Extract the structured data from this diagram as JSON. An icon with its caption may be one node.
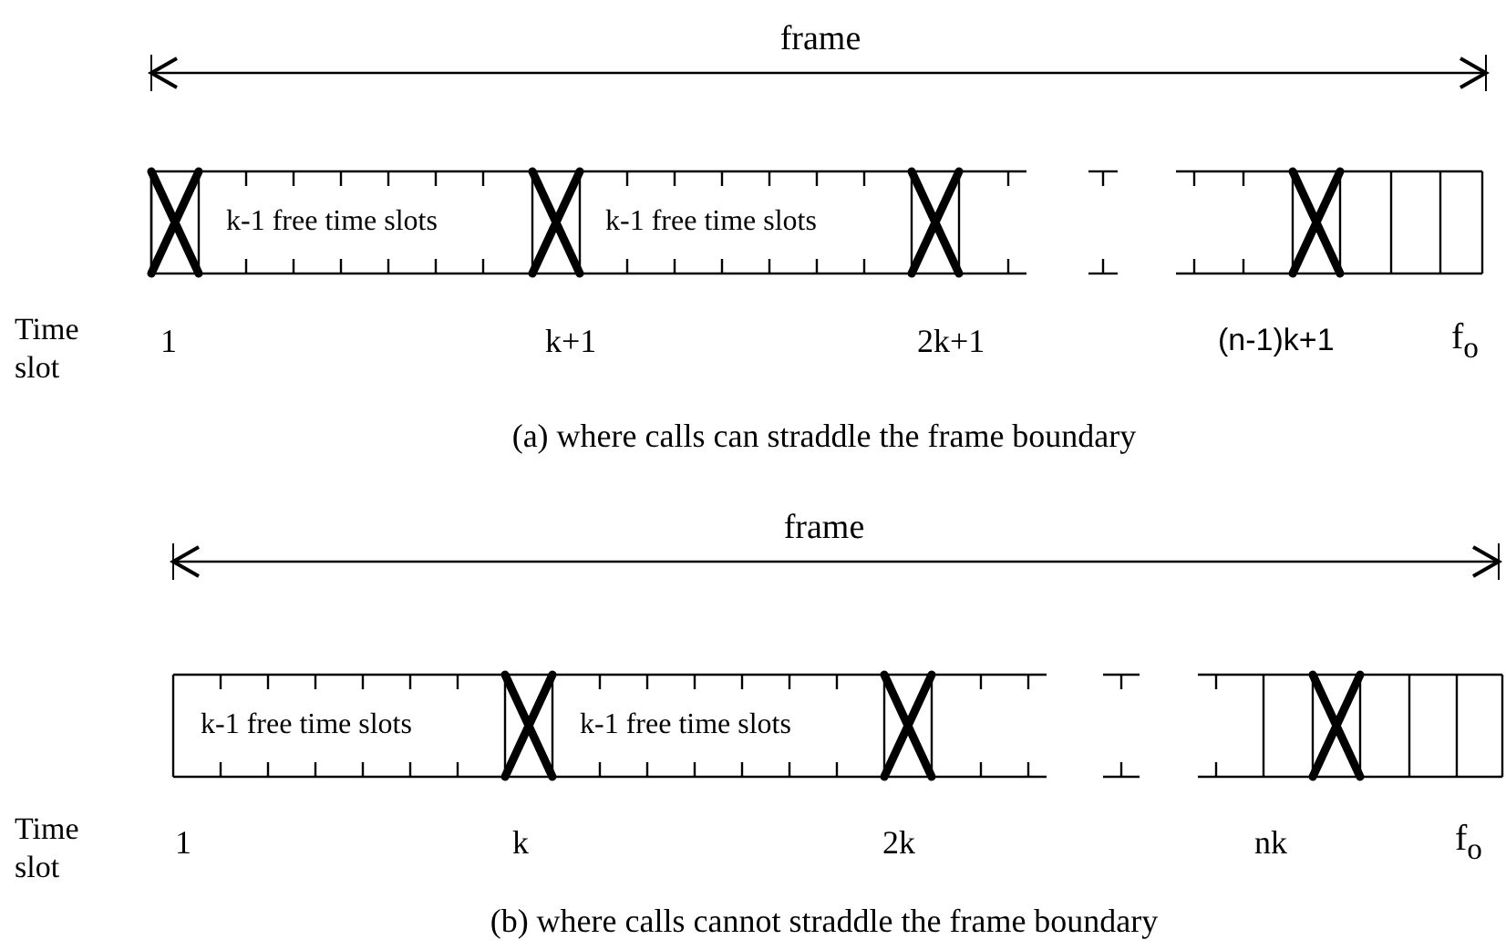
{
  "diagram": {
    "labels": [
      "frame",
      "k-1 free time slots",
      "k-1 free time slots",
      "Time slot",
      "1",
      "k+1",
      "2k+1",
      "(n-1)k+1",
      "f$_{o}$",
      "(a) where calls can straddle the frame boundary",
      "frame",
      "k-1 free time slots",
      "k-1 free time slots",
      "Time slot",
      "1",
      "k",
      "2k",
      "nk",
      "f$_{o}$",
      "(b) where calls cannot straddle the frame boundary"
    ]
  }
}
